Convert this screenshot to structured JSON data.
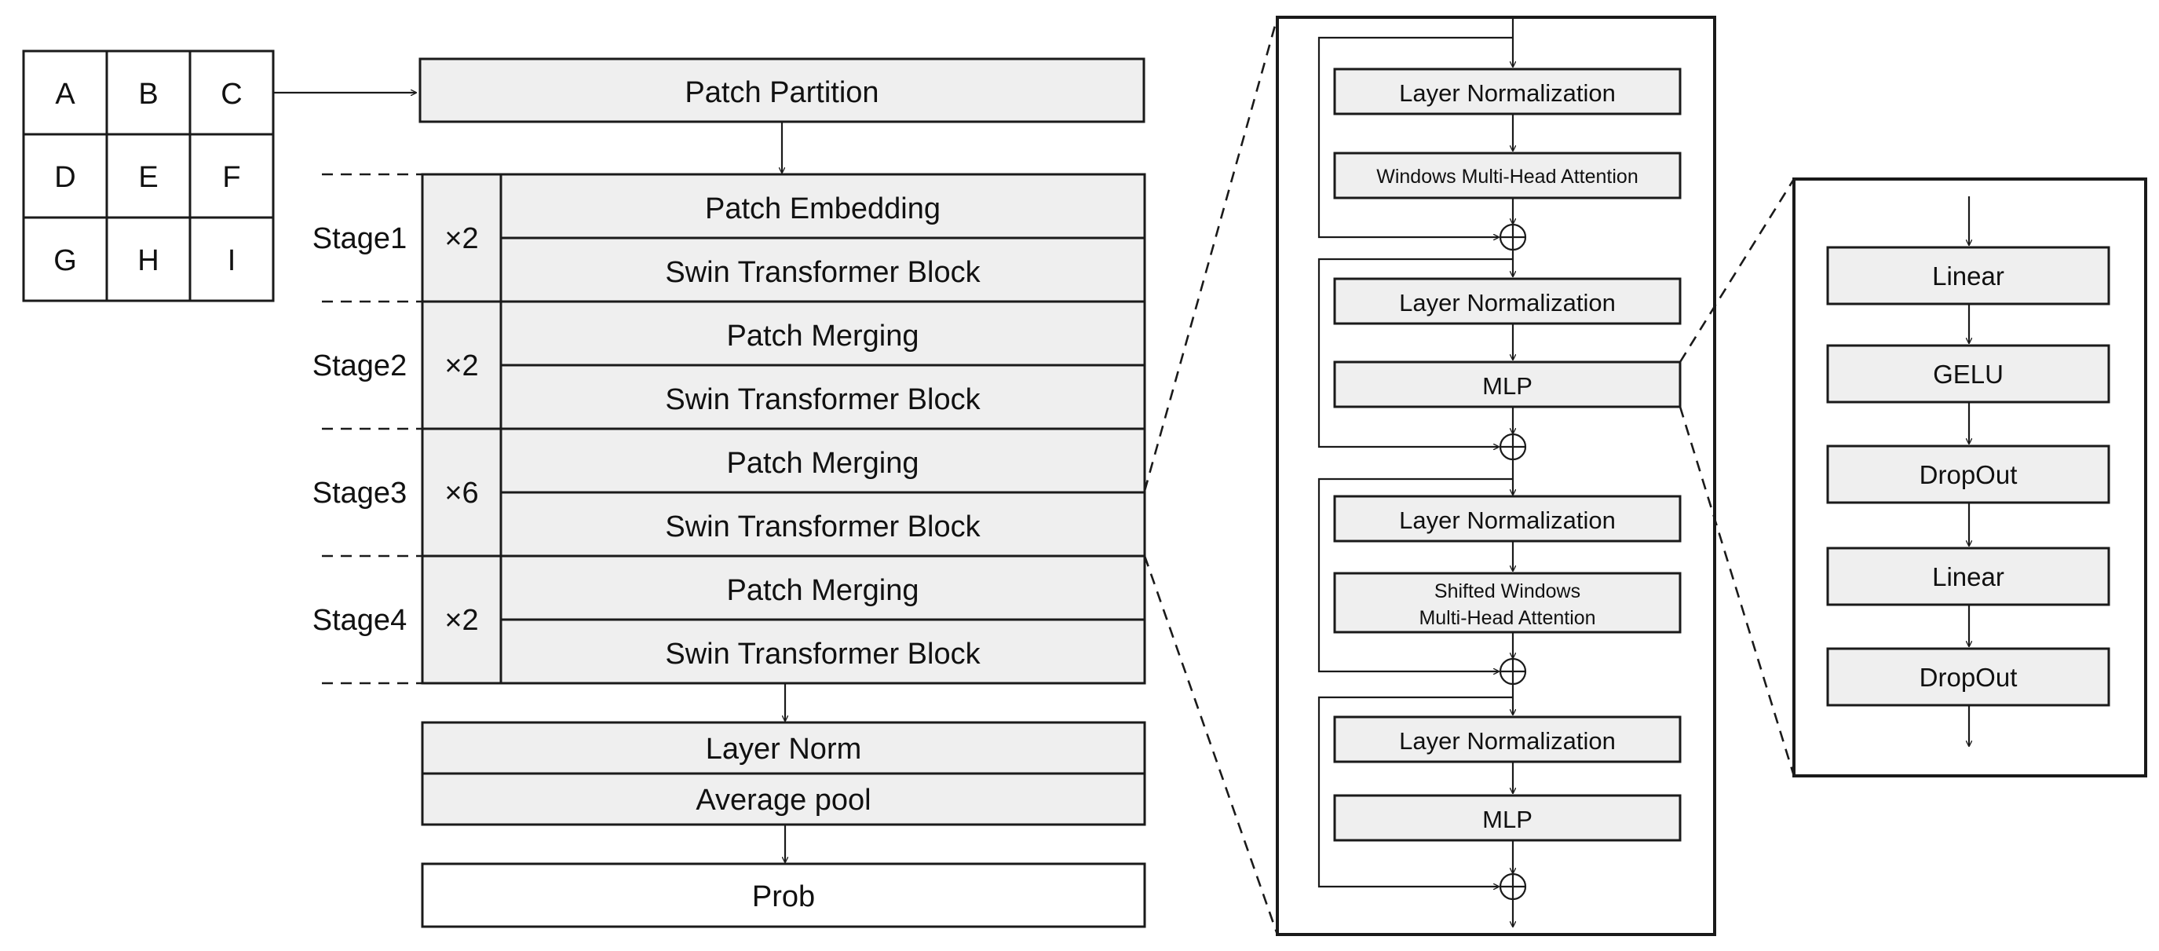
{
  "input_grid": [
    "A",
    "B",
    "C",
    "D",
    "E",
    "F",
    "G",
    "H",
    "I"
  ],
  "main": {
    "patch_partition": "Patch Partition",
    "stages": [
      {
        "name": "Stage1",
        "repeat": "×2",
        "top": "Patch Embedding",
        "bottom": "Swin Transformer Block"
      },
      {
        "name": "Stage2",
        "repeat": "×2",
        "top": "Patch Merging",
        "bottom": "Swin Transformer Block"
      },
      {
        "name": "Stage3",
        "repeat": "×6",
        "top": "Patch Merging",
        "bottom": "Swin Transformer Block"
      },
      {
        "name": "Stage4",
        "repeat": "×2",
        "top": "Patch Merging",
        "bottom": "Swin Transformer Block"
      }
    ],
    "layer_norm": "Layer Norm",
    "average_pool": "Average pool",
    "prob": "Prob"
  },
  "swin_block": {
    "layer_normalization": "Layer Normalization",
    "wmsa": "Windows Multi-Head Attention",
    "mlp": "MLP",
    "swmsa_line1": "Shifted Windows",
    "swmsa_line2": "Multi-Head Attention"
  },
  "mlp_detail": {
    "linear": "Linear",
    "gelu": "GELU",
    "dropout": "DropOut"
  }
}
